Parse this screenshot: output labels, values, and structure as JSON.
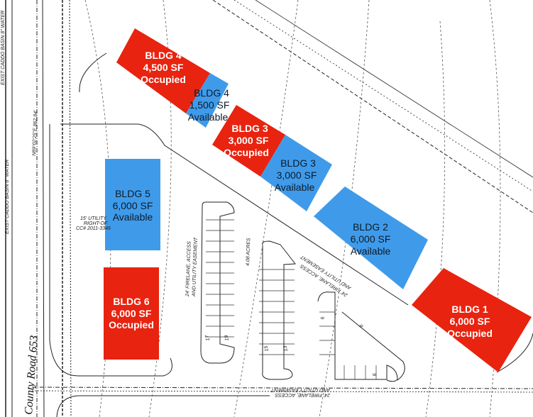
{
  "colors": {
    "occupied": "#e8230f",
    "available": "#3f9bea"
  },
  "buildings": [
    {
      "id": "bldg4-occ",
      "name": "BLDG 4",
      "size": "4,500 SF",
      "status": "Occupied"
    },
    {
      "id": "bldg4-avl",
      "name": "BLDG 4",
      "size": "1,500 SF",
      "status": "Available"
    },
    {
      "id": "bldg3-occ",
      "name": "BLDG 3",
      "size": "3,000 SF",
      "status": "Occupied"
    },
    {
      "id": "bldg3-avl",
      "name": "BLDG 3",
      "size": "3,000 SF",
      "status": "Available"
    },
    {
      "id": "bldg2",
      "name": "BLDG 2",
      "size": "6,000 SF",
      "status": "Available"
    },
    {
      "id": "bldg1",
      "name": "BLDG 1",
      "size": "6,000 SF",
      "status": "Occupied"
    },
    {
      "id": "bldg5",
      "name": "BLDG 5",
      "size": "6,000 SF",
      "status": "Available"
    },
    {
      "id": "bldg6",
      "name": "BLDG 6",
      "size": "6,000 SF",
      "status": "Occupied"
    }
  ],
  "labels": {
    "road": "County Road 653",
    "water1": "EXIST CADDO BASIN 8\" WATER",
    "water2": "EXIST CADDO BASIN 6\" WATER",
    "bearing": "N89°02'25\"E 862.84'",
    "utility1": "15' UTILITY",
    "utility2": "RIGHT-OF",
    "utility3": "CC# 2011-3346",
    "firelane1": "24' FIRELANE, ACCESS",
    "firelane2": "AND UTILITY EASEMENT",
    "acres": "4.08 ACRES",
    "stalls": [
      "17",
      "19",
      "15",
      "13",
      "6",
      "8",
      "6"
    ]
  }
}
